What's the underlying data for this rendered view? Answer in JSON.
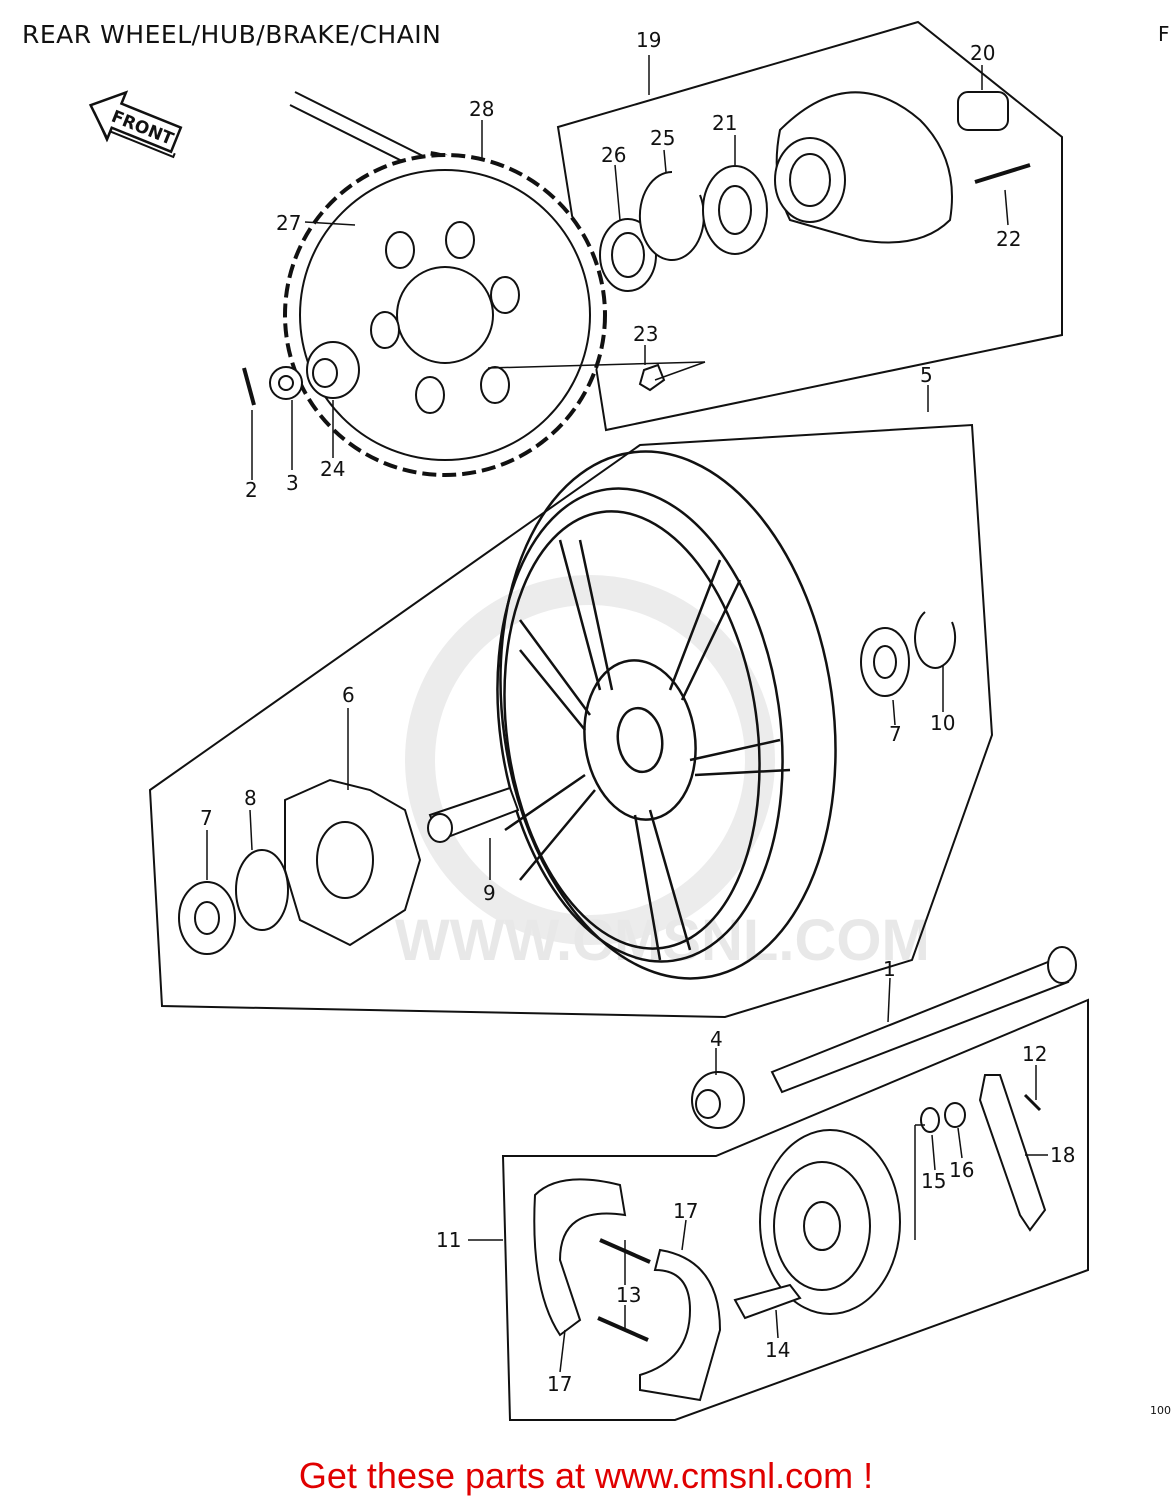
{
  "title": "REAR WHEEL/HUB/BRAKE/CHAIN",
  "corner_top": "F",
  "corner_code": "100",
  "front_label": "FRONT",
  "watermark": "WWW.CMSNL.COM",
  "footer": "Get these parts at www.cmsnl.com !",
  "callouts": {
    "c1": "1",
    "c2": "2",
    "c3": "3",
    "c4": "4",
    "c5": "5",
    "c6": "6",
    "c7a": "7",
    "c7b": "7",
    "c8": "8",
    "c9": "9",
    "c10": "10",
    "c11": "11",
    "c12": "12",
    "c13": "13",
    "c14": "14",
    "c15": "15",
    "c16": "16",
    "c17a": "17",
    "c17b": "17",
    "c18": "18",
    "c19": "19",
    "c20": "20",
    "c21": "21",
    "c22": "22",
    "c23": "23",
    "c24": "24",
    "c25": "25",
    "c26": "26",
    "c27": "27",
    "c28": "28"
  }
}
